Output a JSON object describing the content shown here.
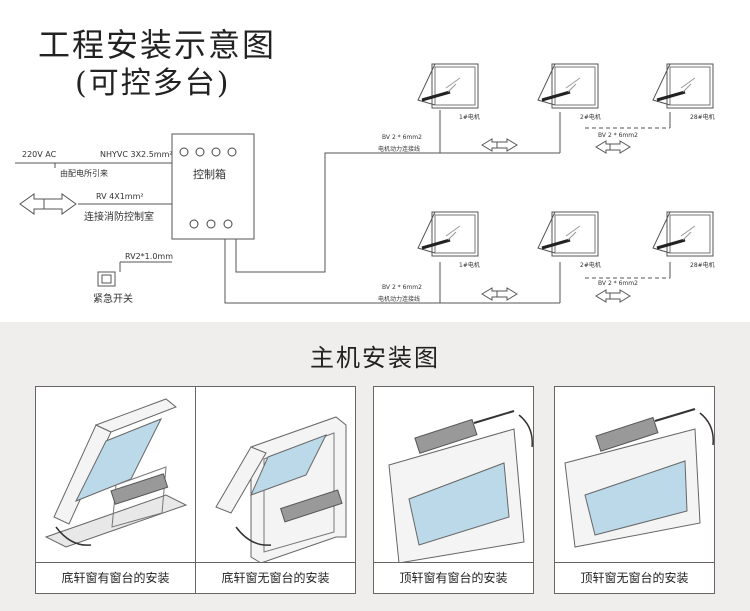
{
  "header": {
    "title_line1": "工程安装示意图",
    "title_line2": "(可控多台)"
  },
  "wiring": {
    "power": "220V AC",
    "cable1": "NHYVC 3X2.5mm²",
    "source": "由配电所引来",
    "cable2": "RV 4X1mm²",
    "fire_room": "连接消防控制室",
    "cable3": "RV2*1.0mm",
    "emergency": "紧急开关",
    "controller": "控制箱",
    "motor_cable_spec": "BV 2 * 6mm2",
    "motor_cable_name": "电机动力连接线"
  },
  "motors": {
    "m1": "1#电机",
    "m2": "2#电机",
    "m28": "28#电机"
  },
  "main_section": {
    "title": "主机安装图"
  },
  "panels": [
    {
      "caption": "底轩窗有窗台的安装"
    },
    {
      "caption": "底轩窗无窗台的安装"
    },
    {
      "caption": "顶轩窗有窗台的安装"
    },
    {
      "caption": "顶轩窗无窗台的安装"
    }
  ]
}
